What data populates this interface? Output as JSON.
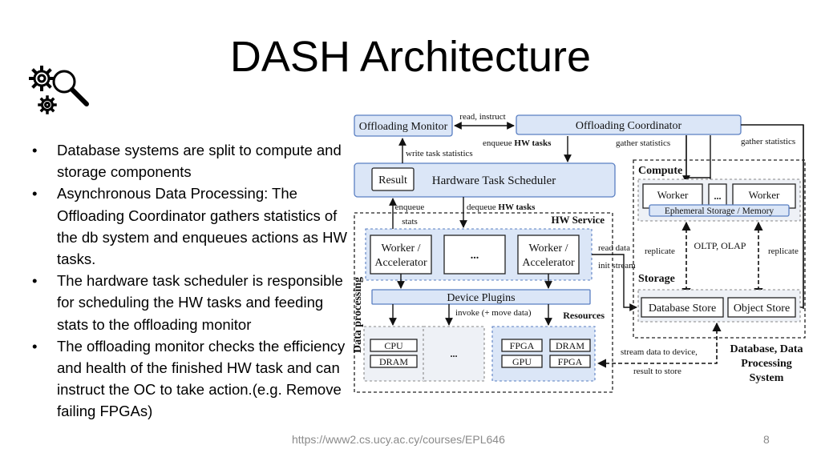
{
  "slide": {
    "title": "DASH Architecture",
    "bullets": [
      "Database systems are split to compute and storage components",
      "Asynchronous Data Processing: The Offloading Coordinator gathers statistics of the db system and enqueues actions as HW tasks.",
      "The hardware task scheduler is responsible for scheduling the HW tasks and feeding stats to the offloading monitor",
      "The offloading monitor checks the efficiency and health of the finished HW task and can instruct the OC to take action.(e.g. Remove failing FPGAs)"
    ],
    "bullet_glyph": "•",
    "footer_url": "https://www2.cs.ucy.ac.cy/courses/EPL646",
    "page_number": "8",
    "logo_icon": "gears-magnifier-icon"
  },
  "diagram": {
    "offloading_monitor": "Offloading Monitor",
    "offloading_coordinator": "Offloading Coordinator",
    "read_instruct": "read, instruct",
    "write_task_statistics": "write task statistics",
    "enqueue_hw_tasks_pre": "enqueue ",
    "enqueue_hw_tasks_bold": "HW tasks",
    "gather_statistics_1": "gather statistics",
    "gather_statistics_2": "gather statistics",
    "result": "Result",
    "hardware_task_scheduler": "Hardware Task Scheduler",
    "enqueue": "enqueue",
    "stats": "stats",
    "dequeue_hw_tasks_pre": "dequeue ",
    "dequeue_hw_tasks_bold": "HW tasks",
    "hw_service": "HW Service",
    "data_processing": "Data processing",
    "worker_accel_1_l1": "Worker /",
    "worker_accel_1_l2": "Accelerator",
    "ellipsis": "...",
    "worker_accel_2_l1": "Worker /",
    "worker_accel_2_l2": "Accelerator",
    "device_plugins": "Device Plugins",
    "invoke_move_data": "invoke (+ move data)",
    "resources": "Resources",
    "cpu": "CPU",
    "dram_1": "DRAM",
    "fpga_1": "FPGA",
    "dram_2": "DRAM",
    "gpu": "GPU",
    "fpga_2": "FPGA",
    "read_data": "read data",
    "init_stream": "init stream",
    "compute": "Compute",
    "worker_1": "Worker",
    "worker_2": "Worker",
    "ephemeral_storage": "Ephemeral Storage / Memory",
    "replicate_1": "replicate",
    "replicate_2": "replicate",
    "oltp_olap": "OLTP, OLAP",
    "storage": "Storage",
    "database_store": "Database Store",
    "object_store": "Object Store",
    "stream_data_to_device": "stream data to device,",
    "result_to_store": "result to store",
    "dbps_1": "Database, Data",
    "dbps_2": "Processing",
    "dbps_3": "System"
  }
}
